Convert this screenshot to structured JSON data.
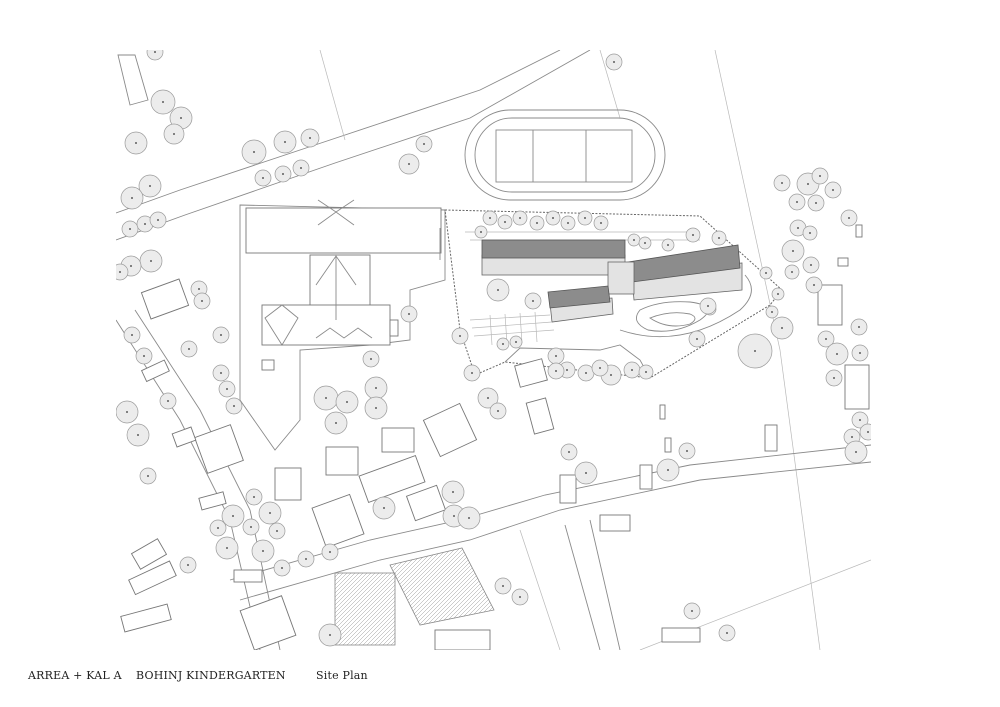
{
  "captions": {
    "office": "ARREA + KAL A",
    "project": "BOHINJ KINDERGARTEN",
    "drawing": "Site Plan"
  },
  "colors": {
    "background": "#ffffff",
    "linework": "#8a8a8a",
    "roof_dark": "#8c8c8c",
    "roof_light": "#e3e3e3",
    "tree_fill": "#ececec"
  }
}
